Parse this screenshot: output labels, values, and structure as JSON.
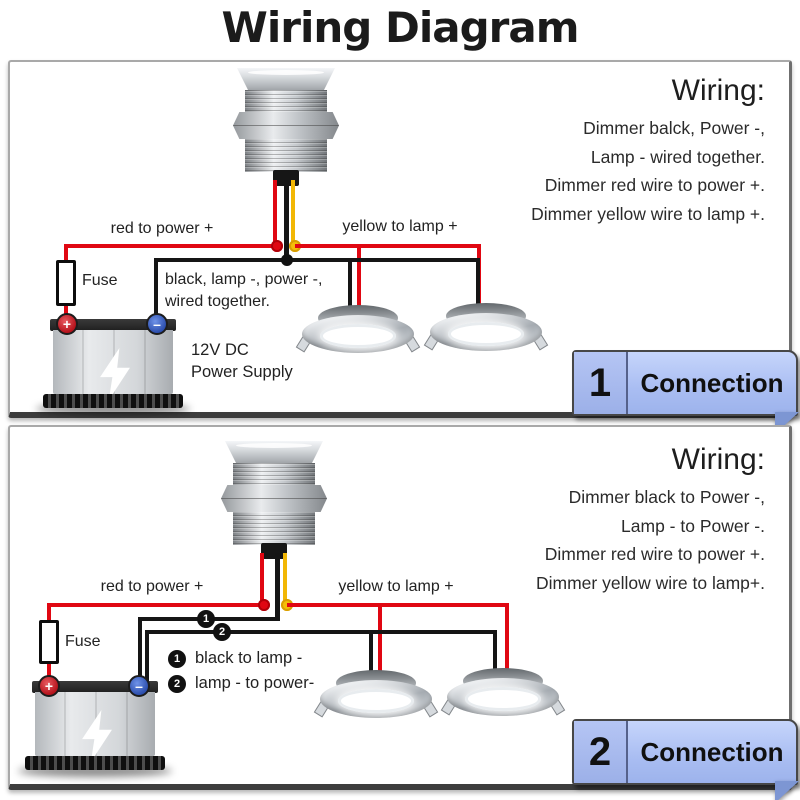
{
  "title": "Wiring Diagram",
  "battery_symbols": {
    "plus": "+",
    "minus": "–"
  },
  "colors": {
    "wire_red": "#e00712",
    "wire_yellow": "#f2b705",
    "wire_black": "#151515",
    "ribbon_blue": "#aec3f5",
    "panel_border": "#3d3d3d"
  },
  "panel1": {
    "wiring": {
      "title": "Wiring:",
      "lines": [
        "Dimmer balck, Power -,",
        "Lamp - wired together.",
        "Dimmer red wire to power +.",
        "Dimmer yellow wire to lamp +."
      ]
    },
    "labels": {
      "red_to_power": "red to power +",
      "yellow_to_lamp": "yellow to lamp +",
      "fuse": "Fuse",
      "bus_note_line1": "black, lamp -, power -,",
      "bus_note_line2": "wired together.",
      "supply_line1": "12V DC",
      "supply_line2": "Power Supply"
    },
    "badge": {
      "number": "1",
      "label": "Connection"
    }
  },
  "panel2": {
    "wiring": {
      "title": "Wiring:",
      "lines": [
        "Dimmer black to Power -,",
        "Lamp - to Power -.",
        "Dimmer red wire to power +.",
        "Dimmer yellow wire to lamp+."
      ]
    },
    "labels": {
      "red_to_power": "red to power +",
      "yellow_to_lamp": "yellow to lamp +",
      "fuse": "Fuse",
      "marker1": "1",
      "marker2": "2",
      "legend1": "black to lamp -",
      "legend2": "lamp - to power-"
    },
    "badge": {
      "number": "2",
      "label": "Connection"
    }
  }
}
